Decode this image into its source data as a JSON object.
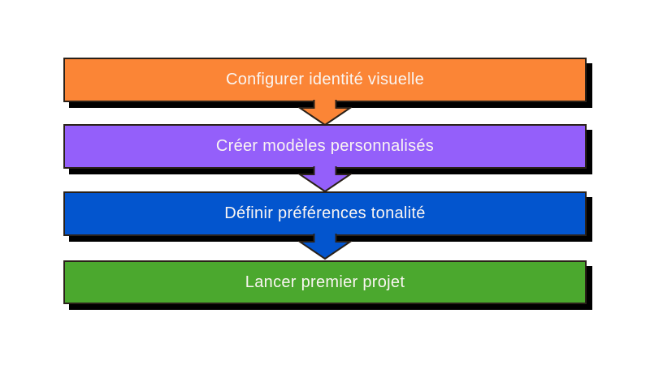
{
  "diagram": {
    "background_color": "#ffffff",
    "shadow_color": "#000000",
    "outline_color": "#2a2119",
    "text_color": "#faf5f2",
    "steps": [
      {
        "label": "Configurer identité visuelle",
        "color": "#FB8536"
      },
      {
        "label": "Créer modèles personnalisés",
        "color": "#945FFA"
      },
      {
        "label": "Définir préférences tonalité",
        "color": "#0355CE"
      },
      {
        "label": "Lancer premier projet",
        "color": "#4BA82E"
      }
    ],
    "arrows": [
      {
        "color": "#FB8536"
      },
      {
        "color": "#945FFA"
      },
      {
        "color": "#0355CE"
      }
    ]
  }
}
